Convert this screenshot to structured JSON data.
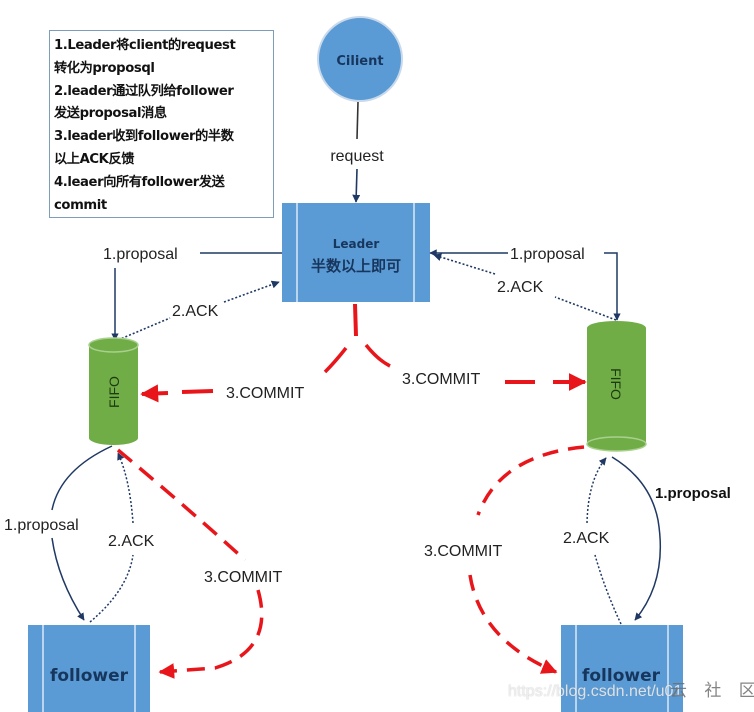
{
  "notes": {
    "lines": [
      "1.Leader将client的request",
      "转化为proposql",
      "2.leader通过队列给follower",
      "发送proposal消息",
      "3.leader收到follower的半数",
      "以上ACK反馈",
      "4.leaer向所有follower发送",
      "commit"
    ]
  },
  "nodes": {
    "client": {
      "label": "Cilient"
    },
    "leader": {
      "title": "Leader",
      "subtitle": "半数以上即可"
    },
    "fifo_left": {
      "label": "FIFO"
    },
    "fifo_right": {
      "label": "FIFO"
    },
    "follower_left": {
      "label": "follower"
    },
    "follower_right": {
      "label": "follower"
    }
  },
  "edges": {
    "request": "request",
    "proposal_leader_left": "1.proposal",
    "ack_leader_left": "2.ACK",
    "commit_leader_left": "3.COMMIT",
    "proposal_leader_right": "1.proposal",
    "ack_leader_right": "2.ACK",
    "commit_leader_right": "3.COMMIT",
    "proposal_fifo_left": "1.proposal",
    "ack_fifo_left": "2.ACK",
    "commit_fifo_left": "3.COMMIT",
    "proposal_fifo_right": "1.proposal",
    "ack_fifo_right": "2.ACK",
    "commit_fifo_right": "3.COMMIT"
  },
  "colors": {
    "node_blue": "#5b9bd5",
    "fifo_green": "#70ad47",
    "arrow_navy": "#1f3864",
    "commit_red": "#e8161b"
  },
  "watermark": {
    "url": "https://blog.csdn.net/u01",
    "brand": "云 社 区"
  }
}
